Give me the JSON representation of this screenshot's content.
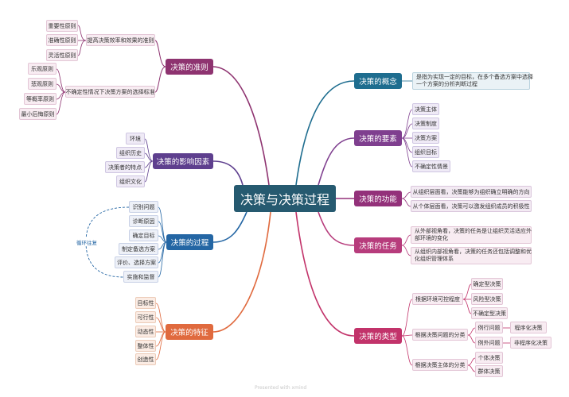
{
  "center": "决策与决策过程",
  "left": {
    "criteria": {
      "title": "决策的准则",
      "b1": "提高决策效率和效果的准则",
      "b1_items": [
        "重要性原则",
        "准确性原则",
        "灵活性原则"
      ],
      "b2": "不确定性情况下决策方案的选择标准",
      "b2_items": [
        "乐观原则",
        "悲观原则",
        "等概率原则",
        "最小后悔原则"
      ]
    },
    "factors": {
      "title": "决策的影响因素",
      "items": [
        "环境",
        "组织历史",
        "决策者的特点",
        "组织文化"
      ]
    },
    "process": {
      "title": "决策的过程",
      "loop_label": "循环往复",
      "items": [
        "识别问题",
        "诊断原因",
        "确定目标",
        "制定备选方案",
        "评价、选择方案",
        "实施和监督"
      ]
    },
    "features": {
      "title": "决策的特征",
      "items": [
        "目标性",
        "可行性",
        "动态性",
        "整体性",
        "创造性"
      ]
    }
  },
  "right": {
    "concept": {
      "title": "决策的概念",
      "text": [
        "是指为实现一定的目标，在多个备选方案中选择",
        "一个方案的分析判断过程"
      ]
    },
    "elements": {
      "title": "决策的要素",
      "items": [
        "决策主体",
        "决策制度",
        "决策方案",
        "组织目标",
        "不确定性情景"
      ]
    },
    "function": {
      "title": "决策的功能",
      "items": [
        "从组织层面看，决策能够为组织确立明确的方向",
        "从个体层面看，决策可以激发组织成员的积极性"
      ]
    },
    "task": {
      "title": "决策的任务",
      "items": [
        [
          "从外部视角看，决策的任务是让组织灵活适应外",
          "部环境的变化"
        ],
        [
          "从组织内部视角看，决策的任务还包括调整和优",
          "化组织管理体系"
        ]
      ]
    },
    "types": {
      "title": "决策的类型",
      "g1": "根据环境可控程度",
      "g1_items": [
        "确定型决策",
        "风险型决策",
        "不确定型决策"
      ],
      "g2": "根据决策问题的分类",
      "g2_items": [
        "例行问题",
        "例外问题"
      ],
      "g2_sub": [
        "程序化决策",
        "非程序化决策"
      ],
      "g3": "根据决策主体的分类",
      "g3_items": [
        "个体决策",
        "群体决策"
      ]
    }
  },
  "watermark": "Presented with xmind",
  "colors": {
    "center": "#265a70",
    "criteria": "#8e3370",
    "factors": "#5e3f8e",
    "process": "#2466a4",
    "features": "#e06a3e",
    "concept": "#1e6d8f",
    "elements": "#7f3f8f",
    "function": "#93317a",
    "task": "#b73c7c",
    "types": "#c2336a"
  }
}
